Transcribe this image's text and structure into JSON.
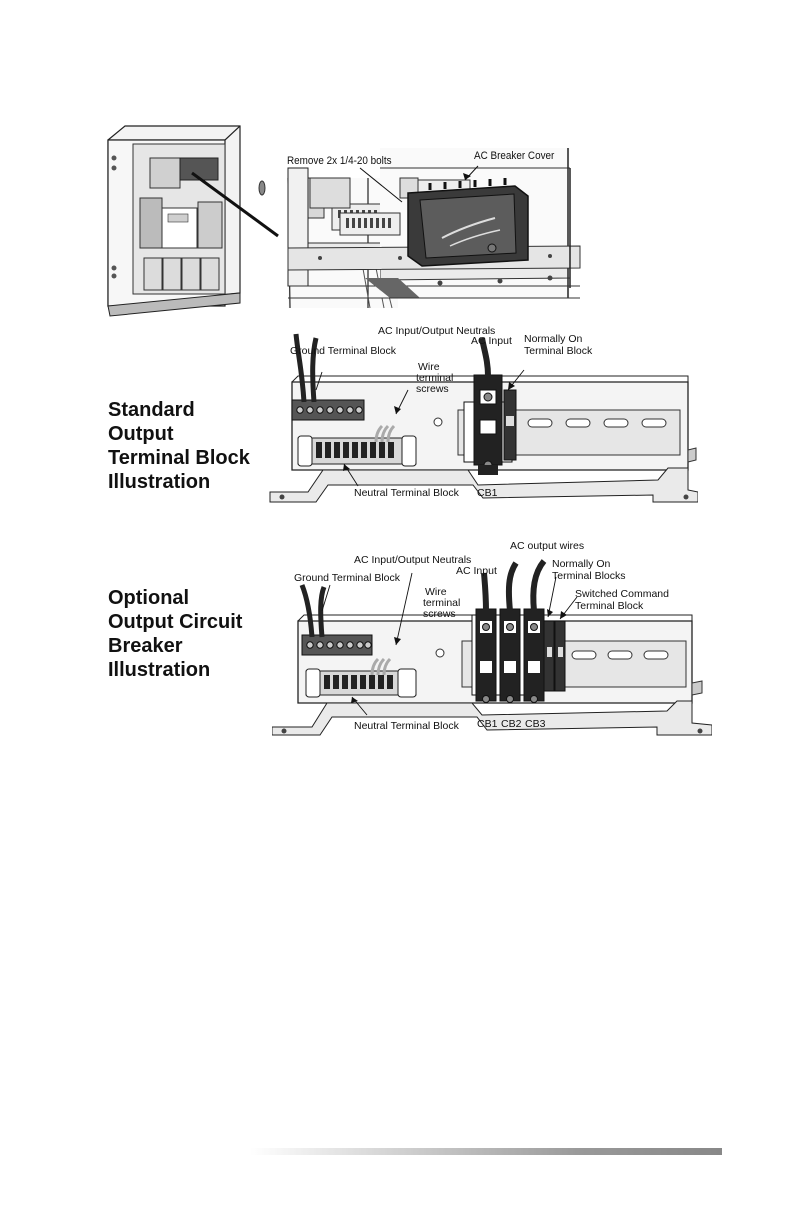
{
  "figure1": {
    "callout_bolts": "Remove 2x 1/4-20 bolts",
    "callout_cover": "AC Breaker Cover"
  },
  "figure2": {
    "heading": [
      "Standard",
      "Output",
      "Terminal Block",
      "Illustration"
    ],
    "labels": {
      "neutrals": "AC Input/Output Neutrals",
      "ground": "Ground Terminal Block",
      "wire_screws": [
        "Wire",
        "terminal",
        "screws"
      ],
      "ac_input": "AC Input",
      "normally_on": [
        "Normally On",
        "Terminal Block"
      ],
      "neutral_block": "Neutral Terminal Block",
      "cb1": "CB1"
    }
  },
  "figure3": {
    "heading": [
      "Optional",
      "Output Circuit",
      "Breaker",
      "Illustration"
    ],
    "labels": {
      "neutrals": "AC Input/Output Neutrals",
      "ground": "Ground Terminal Block",
      "wire_screws": [
        "Wire",
        "terminal",
        "screws"
      ],
      "ac_input": "AC Input",
      "ac_output": "AC output wires",
      "normally_on": [
        "Normally On",
        "Terminal Blocks"
      ],
      "switched": [
        "Switched Command",
        "Terminal Block"
      ],
      "neutral_block": "Neutral Terminal Block",
      "cb1": "CB1",
      "cb2": "CB2",
      "cb3": "CB3"
    }
  }
}
